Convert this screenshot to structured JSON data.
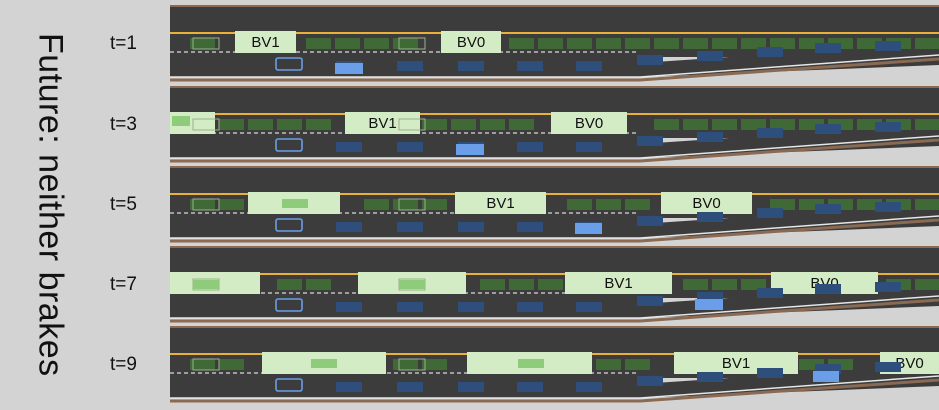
{
  "title": "Future: neither brakes",
  "colors": {
    "background": "#d3d3d3",
    "asphalt": "#3c3c3c",
    "road_edge": "#8a6a52",
    "center_line": "#e8b23a",
    "lane_dash": "#ffffff",
    "trajectory_fill": "#d4ecc6",
    "trajectory_car": "#8ecb7a",
    "traffic_green": "#3f6a36",
    "traffic_blue": "#2e4f7c",
    "ego_outline": "#6a9ee8",
    "ego_fill": "#6a9ee8"
  },
  "steps": [
    {
      "label": "t=1",
      "bv1": "BV1",
      "bv0": "BV0"
    },
    {
      "label": "t=3",
      "bv1": "BV1",
      "bv0": "BV0"
    },
    {
      "label": "t=5",
      "bv1": "BV1",
      "bv0": "BV0"
    },
    {
      "label": "t=7",
      "bv1": "BV1",
      "bv0": "BV0"
    },
    {
      "label": "t=9",
      "bv1": "BV1",
      "bv0": "BV0"
    }
  ]
}
